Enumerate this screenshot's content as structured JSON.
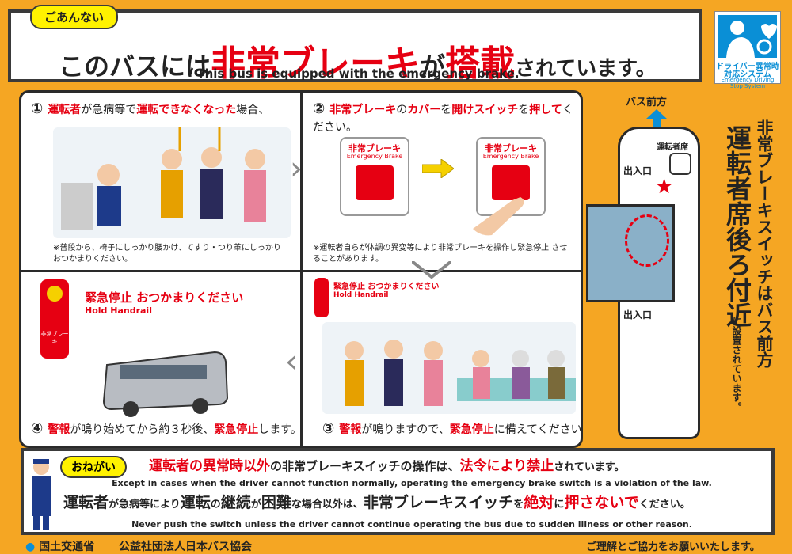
{
  "header": {
    "tag": "ごあんない",
    "title_pre": "このバスには",
    "title_red1": "非常ブレーキ",
    "title_mid": "が",
    "title_red2": "搭載",
    "title_post": "されています。",
    "subtitle": "This bus is equipped with the emergency brake."
  },
  "logo": {
    "line1": "ドライバー異常時",
    "line2": "対応システム",
    "line3": "Emergency Driving Stop System"
  },
  "steps": [
    {
      "num": "①",
      "text_red1": "運転者",
      "text_a": "が急病等で",
      "text_red2": "運転できなくなった",
      "text_b": "場合、",
      "note": "※普段から、椅子にしっかり腰かけ、てすり・つり革にしっかり おつかまりください。"
    },
    {
      "num": "②",
      "text_red1": "非常ブレーキ",
      "text_a": "の",
      "text_red2": "カバー",
      "text_b": "を",
      "text_red3": "開け",
      "text_red4": "スイッチ",
      "text_c": "を",
      "text_red5": "押して",
      "text_d": "ください。",
      "note": "※運転者自らが体調の異変等により非常ブレーキを操作し緊急停止 させることがあります。",
      "device_label": "非常ブレーキ",
      "device_en": "Emergency Brake"
    },
    {
      "num": "③",
      "text_red1": "警報",
      "text_a": "が鳴りますので、",
      "text_red2": "緊急停止",
      "text_b": "に備えてください。",
      "sign": "緊急停止 おつかまりください",
      "sign_en": "Hold Handrail"
    },
    {
      "num": "④",
      "text_red1": "警報",
      "text_a": "が鳴り始めてから約３秒後、",
      "text_red2": "緊急停止",
      "text_b": "します。",
      "sign": "緊急停止 おつかまりください",
      "sign_en": "Hold Handrail",
      "device_label": "非常ブレーキ"
    }
  ],
  "busmap": {
    "front": "バス前方",
    "driver_seat": "運転者席",
    "entrance1": "出入口",
    "entrance2": "出入口"
  },
  "vertical": {
    "col1": "非常ブレーキスイッチはバス前方",
    "col2": "運転者席後ろ付近",
    "col3": "に設置されています。"
  },
  "bottom": {
    "tag": "おねがい",
    "line1_red1": "運転者の異常時以外",
    "line1_a": "の非常ブレーキスイッチの操作は、",
    "line1_red2": "法令により禁止",
    "line1_b": "されています。",
    "en1": "Except in cases when the driver cannot function normally, operating the emergency brake switch is a violation of the law.",
    "line2_a": "運転者",
    "line2_b": "が急病等により",
    "line2_c": "運転",
    "line2_d": "の",
    "line2_e": "継続",
    "line2_f": "が",
    "line2_g": "困難",
    "line2_h": "な場合以外は、",
    "line2_i": "非常ブレーキスイッチ",
    "line2_j": "を",
    "line2_red1": "絶対",
    "line2_k": "に",
    "line2_red2": "押さないで",
    "line2_l": "ください。",
    "en2": "Never push the switch unless the driver cannot continue operating the bus due to sudden illness or other reason."
  },
  "footer": {
    "org1": "国土交通省",
    "org2": "公益社団法人日本バス協会",
    "thanks": "ご理解とご協力をお願いいたします。"
  },
  "colors": {
    "background": "#f5a623",
    "accent_red": "#e60012",
    "tag_yellow": "#fff200",
    "logo_blue": "#0a8fd6"
  }
}
